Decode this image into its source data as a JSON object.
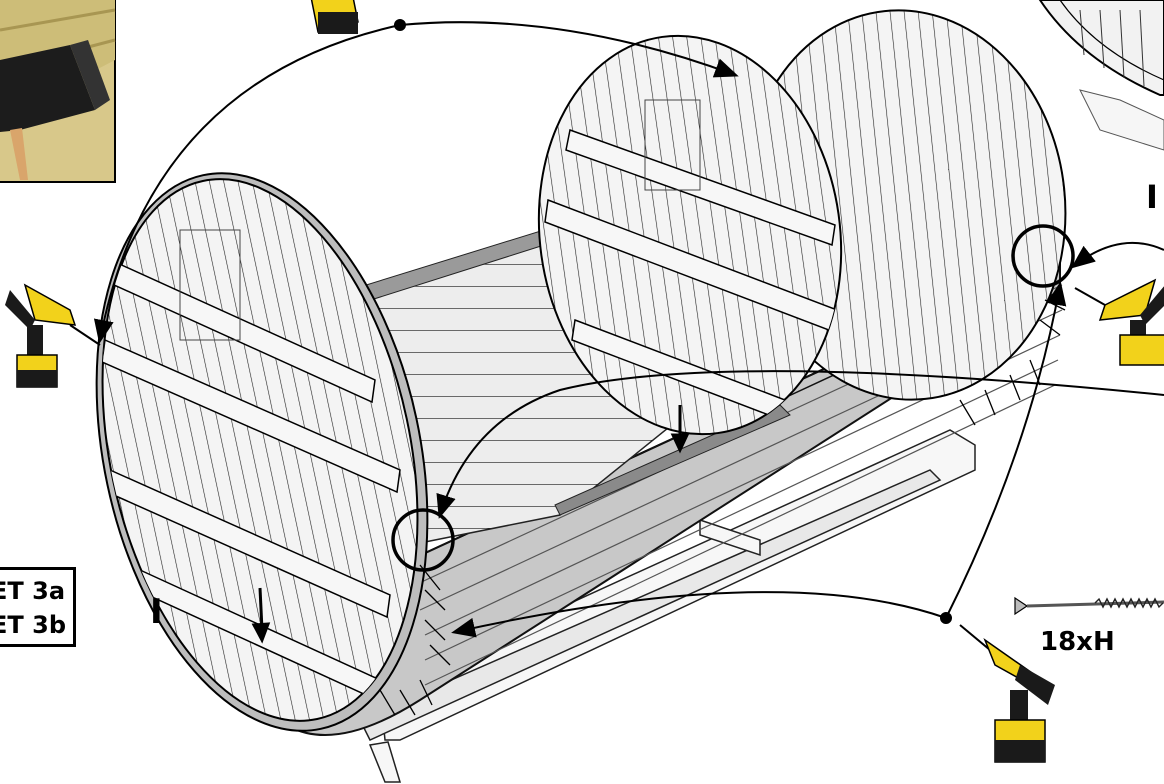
{
  "labels": {
    "set_a": "ET 3a",
    "set_b": "ET 3b",
    "part_left": "I",
    "part_right": "I",
    "screw_qty": "18xH"
  },
  "icons": [
    "drill-icon",
    "battery-drill-icon",
    "screw-icon"
  ],
  "colors": {
    "drill_yellow": "#f2d21b",
    "drill_black": "#1a1a1a",
    "wood_light": "#f1f1f1",
    "wood_shade": "#c9c9c9",
    "line": "#000000"
  }
}
